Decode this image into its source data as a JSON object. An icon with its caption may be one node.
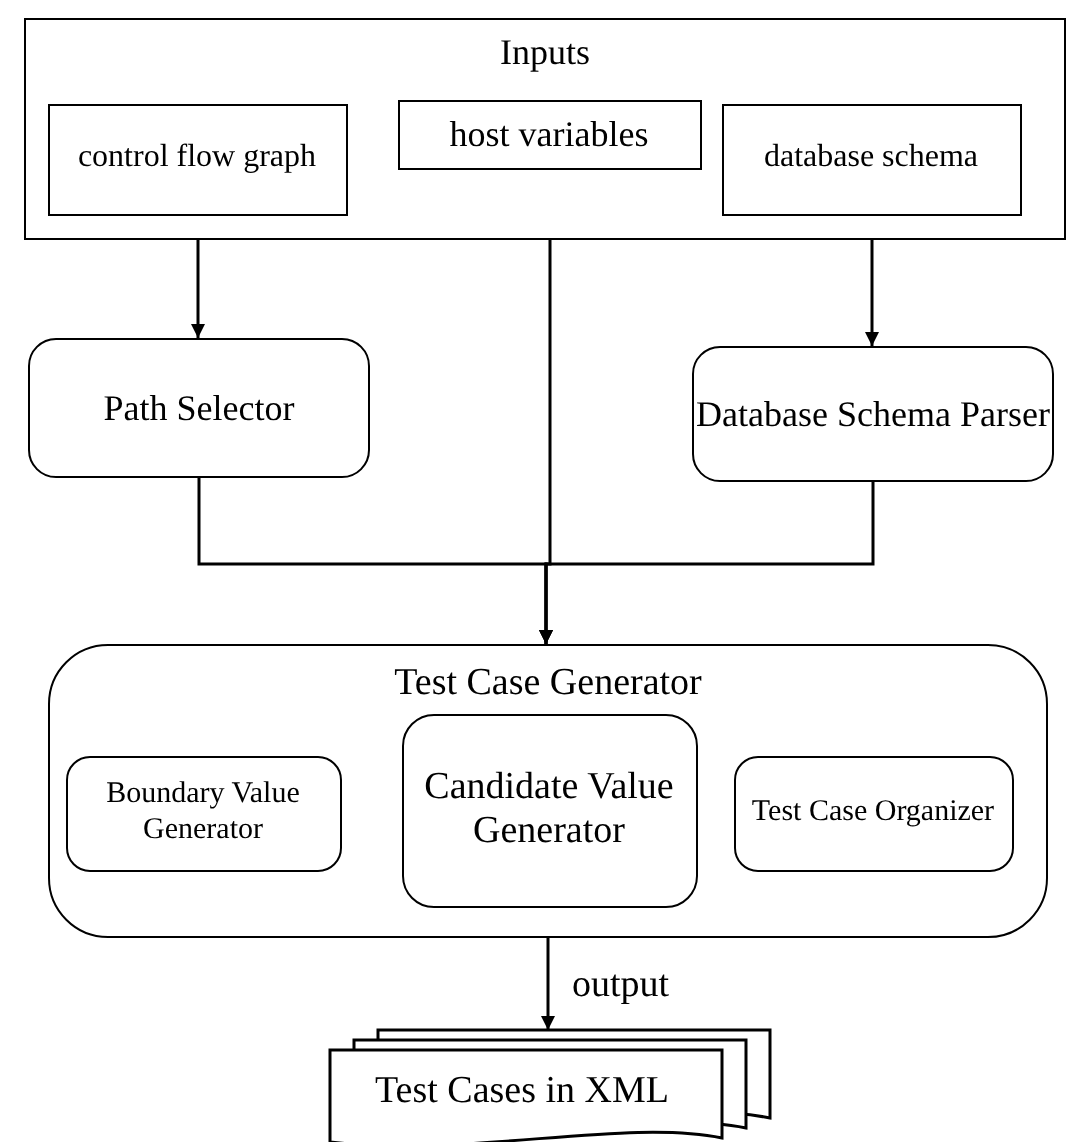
{
  "diagram": {
    "nodes": [
      {
        "text": [
          "Inputs"
        ]
      },
      {
        "text": [
          "control flow graph"
        ],
        "in": 0
      },
      {
        "text": [
          "host variables"
        ],
        "in": 0
      },
      {
        "text": [
          "database schema"
        ],
        "in": 0
      },
      {
        "text": [
          "Path Selector"
        ]
      },
      {
        "text": [
          "Database Schema Parser"
        ]
      },
      {
        "text": [
          "Test Case Generator"
        ]
      },
      {
        "text": [
          "Boundary Value Generator"
        ],
        "in": 6
      },
      {
        "text": [
          "Candidate Value Generator"
        ],
        "in": 6
      },
      {
        "text": [
          "Test Case Organizer"
        ],
        "in": 6
      },
      {
        "text": [
          "Test Cases in XML"
        ]
      }
    ],
    "edges": [
      {
        "from": 1,
        "to": 4,
        "arrow": "to"
      },
      {
        "from": 3,
        "to": 5,
        "arrow": "to"
      },
      {
        "from": 4,
        "to": 6,
        "arrow": "to"
      },
      {
        "from": 2,
        "to": 6,
        "arrow": "to"
      },
      {
        "from": 5,
        "to": 6,
        "arrow": "to"
      },
      {
        "from": 6,
        "to": 10,
        "arrow": "to",
        "label": "output"
      }
    ]
  }
}
